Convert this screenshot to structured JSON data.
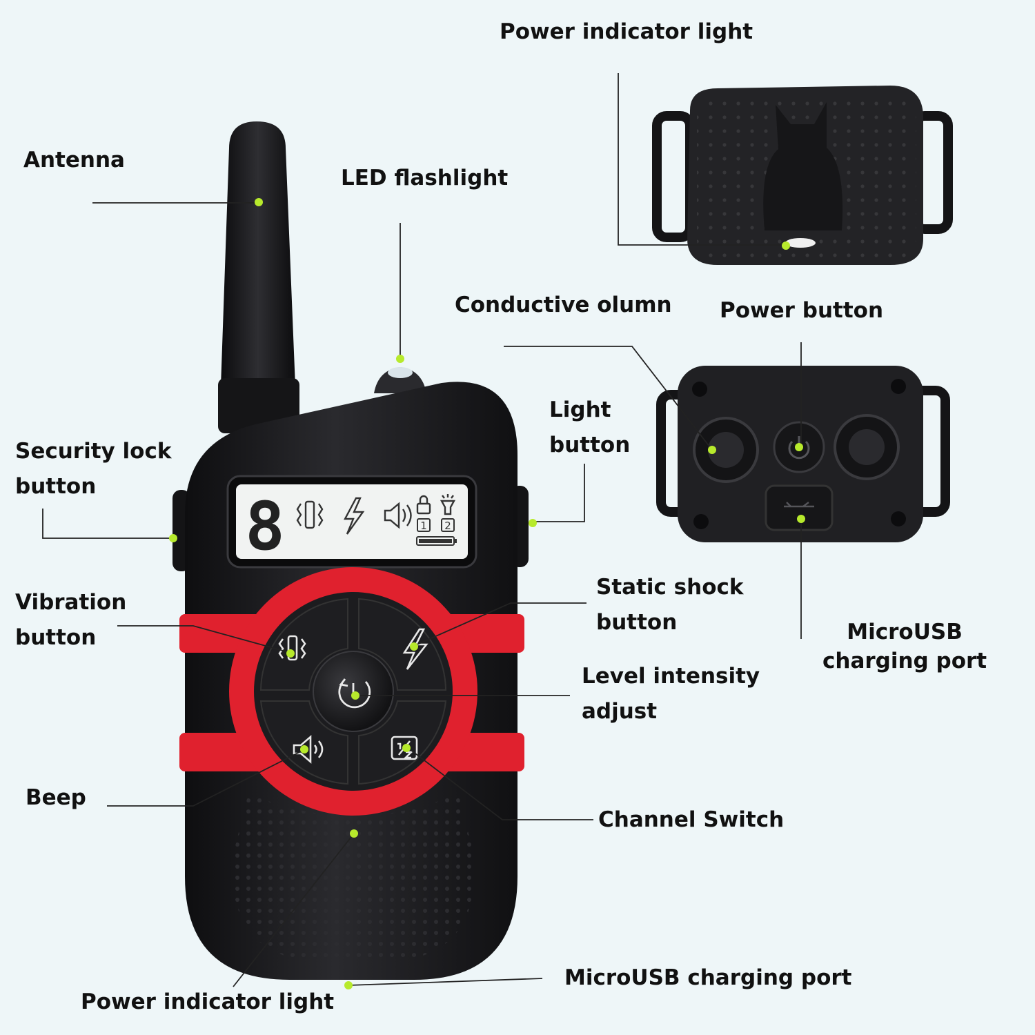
{
  "labels": {
    "antenna": "Antenna",
    "led_flashlight": "LED flashlight",
    "security_lock_button": "Security lock\nbutton",
    "vibration_button": "Vibration\nbutton",
    "beep": "Beep",
    "power_indicator_light_remote": "Power indicator light",
    "light_button": "Light\nbutton",
    "static_shock_button": "Static shock\nbutton",
    "level_intensity_adjust": "Level intensity\nadjust",
    "channel_switch": "Channel Switch",
    "microusb_charging_port_remote": "MicroUSB charging port",
    "power_indicator_light_collar": "Power indicator light",
    "conductive_column": "Conductive olumn",
    "power_button": "Power button",
    "microusb_charging_port_collar": "MicroUSB\ncharging port"
  },
  "display": {
    "digit": "8",
    "channel_1": "1",
    "channel_2": "2"
  },
  "colors": {
    "background": "#eef6f8",
    "device_body": "#1a1a1c",
    "accent_red": "#e0212e",
    "callout_dot": "#b7ea2c",
    "lcd_screen": "#f1f3f2"
  },
  "icons": {
    "vibration": "vibration-icon",
    "shock": "lightning-bolt-icon",
    "level": "power-cycle-icon",
    "beep": "speaker-icon",
    "channel": "channel-switch-icon",
    "lock": "lock-icon",
    "flashlight": "flashlight-icon",
    "battery": "battery-icon"
  }
}
